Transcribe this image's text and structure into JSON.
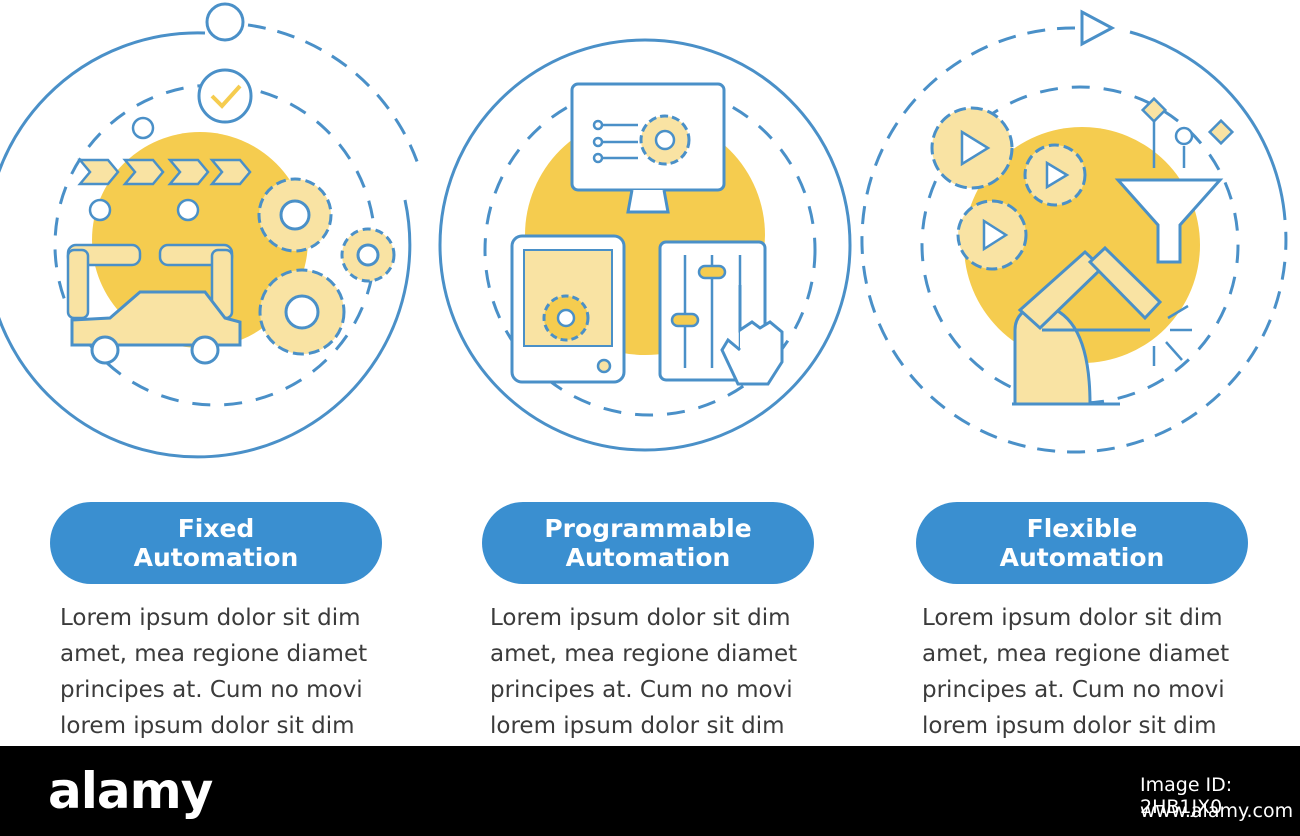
{
  "colors": {
    "primary": "#3a8fd0",
    "outline": "#4a90c8",
    "accent": "#f5cc4f",
    "accent_light": "#f9e3a3",
    "text": "#3b3b3b"
  },
  "steps": [
    {
      "title_line1": "Fixed",
      "title_line2": "Automation",
      "desc": [
        "Lorem ipsum dolor sit dim",
        "amet, mea regione diamet",
        "principes at. Cum no movi",
        "lorem ipsum dolor sit dim"
      ]
    },
    {
      "title_line1": "Programmable",
      "title_line2": "Automation",
      "desc": [
        "Lorem ipsum dolor sit dim",
        "amet, mea regione diamet",
        "principes at. Cum no movi",
        "lorem ipsum dolor sit dim"
      ]
    },
    {
      "title_line1": "Flexible",
      "title_line2": "Automation",
      "desc": [
        "Lorem ipsum dolor sit dim",
        "amet, mea regione diamet",
        "principes at. Cum no movi",
        "lorem ipsum dolor sit dim"
      ]
    }
  ],
  "footer": {
    "brand": "alamy",
    "image_id": "Image ID: 2HB1JX0",
    "site": "www.alamy.com"
  }
}
